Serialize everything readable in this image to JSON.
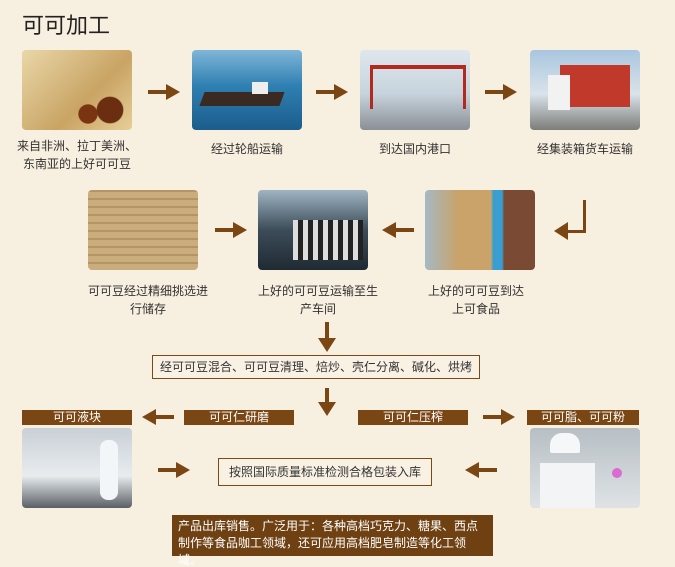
{
  "title": "可可加工",
  "steps": [
    {
      "caption": "来自非洲、拉丁美洲、东南亚的上好可可豆",
      "image": "world-map-cocoa-beans"
    },
    {
      "caption": "经过轮船运输",
      "image": "cargo-ship"
    },
    {
      "caption": "到达国内港口",
      "image": "port-cranes"
    },
    {
      "caption": "经集装箱货车运输",
      "image": "container-truck"
    },
    {
      "caption": "上好的可可豆到达上可食品",
      "image": "forklift-unloading"
    },
    {
      "caption": "上好的可可豆运输至生产车间",
      "image": "production-workshop"
    },
    {
      "caption": "可可豆经过精细挑选进行储存",
      "image": "warehouse-sacks"
    }
  ],
  "process_box": "经可可豆混合、可可豆清理、焙炒、壳仁分离、碱化、烘烤",
  "labels": {
    "liquor": "可可液块",
    "grinding": "可可仁研磨",
    "pressing": "可可仁压榨",
    "butter_powder": "可可脂、可可粉"
  },
  "inspection_box": "按照国际质量标准检测合格包装入库",
  "final_note": "产品出库销售。广泛用于：各种高档巧克力、糖果、西点制作等食品咖工领域，还可应用高档肥皂制造等化工领域。",
  "colors": {
    "brown": "#7a4614",
    "background": "#f7efdf"
  }
}
